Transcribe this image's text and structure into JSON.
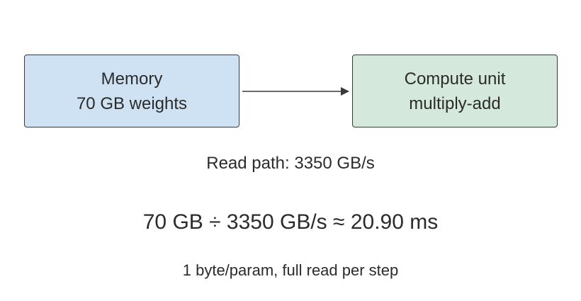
{
  "colors": {
    "memory_fill": "#cfe2f3",
    "compute_fill": "#d5e8dc",
    "stroke": "#3a3a3a",
    "text": "#2b2b2b"
  },
  "memory": {
    "title": "Memory",
    "subtitle": "70 GB weights"
  },
  "compute": {
    "title": "Compute unit",
    "subtitle": "multiply-add"
  },
  "read_path": "Read path: 3350 GB/s",
  "formula": "70 GB ÷ 3350 GB/s ≈ 20.90 ms",
  "footnote": "1 byte/param, full read per step"
}
